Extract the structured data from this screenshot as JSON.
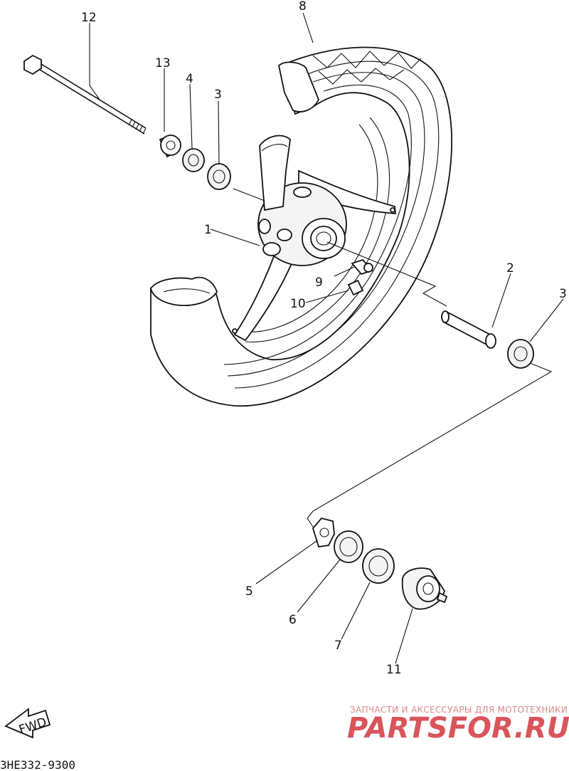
{
  "diagram_code": "3HE332-9300",
  "fwd_label": "FWD",
  "callouts": [
    {
      "id": "12",
      "text": "12"
    },
    {
      "id": "8",
      "text": "8"
    },
    {
      "id": "13",
      "text": "13"
    },
    {
      "id": "4",
      "text": "4"
    },
    {
      "id": "3a",
      "text": "3"
    },
    {
      "id": "1",
      "text": "1"
    },
    {
      "id": "9",
      "text": "9"
    },
    {
      "id": "10",
      "text": "10"
    },
    {
      "id": "2",
      "text": "2"
    },
    {
      "id": "3b",
      "text": "3"
    },
    {
      "id": "5",
      "text": "5"
    },
    {
      "id": "6",
      "text": "6"
    },
    {
      "id": "7",
      "text": "7"
    },
    {
      "id": "11",
      "text": "11"
    }
  ],
  "watermark": {
    "line1": "ЗАПЧАСТИ И АКСЕССУАРЫ ДЛЯ МОТОТЕХНИКИ",
    "line2": "PARTSFOR.RU"
  }
}
